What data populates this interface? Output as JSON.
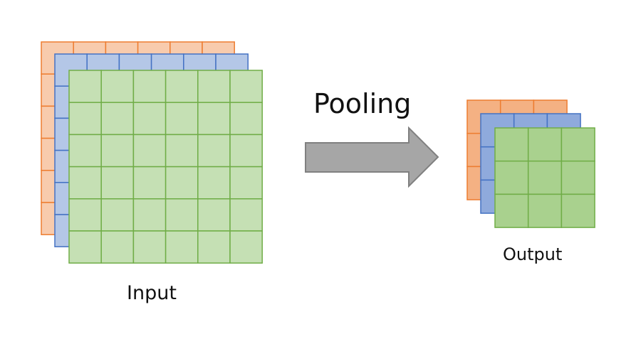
{
  "labels": {
    "input": "Input",
    "operation": "Pooling",
    "output": "Output"
  },
  "input_volume": {
    "grid_rows": 6,
    "grid_cols": 6,
    "channels": [
      {
        "name": "orange-channel",
        "fill": "#F8CBAD",
        "stroke": "#ED7D31"
      },
      {
        "name": "blue-channel",
        "fill": "#B4C7E7",
        "stroke": "#4472C4"
      },
      {
        "name": "green-channel",
        "fill": "#C5E0B4",
        "stroke": "#70AD47"
      }
    ]
  },
  "output_volume": {
    "grid_rows": 3,
    "grid_cols": 3,
    "channels": [
      {
        "name": "orange-channel",
        "fill": "#F4B183",
        "stroke": "#ED7D31"
      },
      {
        "name": "blue-channel",
        "fill": "#8FAADC",
        "stroke": "#4472C4"
      },
      {
        "name": "green-channel",
        "fill": "#A9D18E",
        "stroke": "#70AD47"
      }
    ]
  },
  "arrow": {
    "fill": "#A6A6A6",
    "stroke": "#808080"
  }
}
